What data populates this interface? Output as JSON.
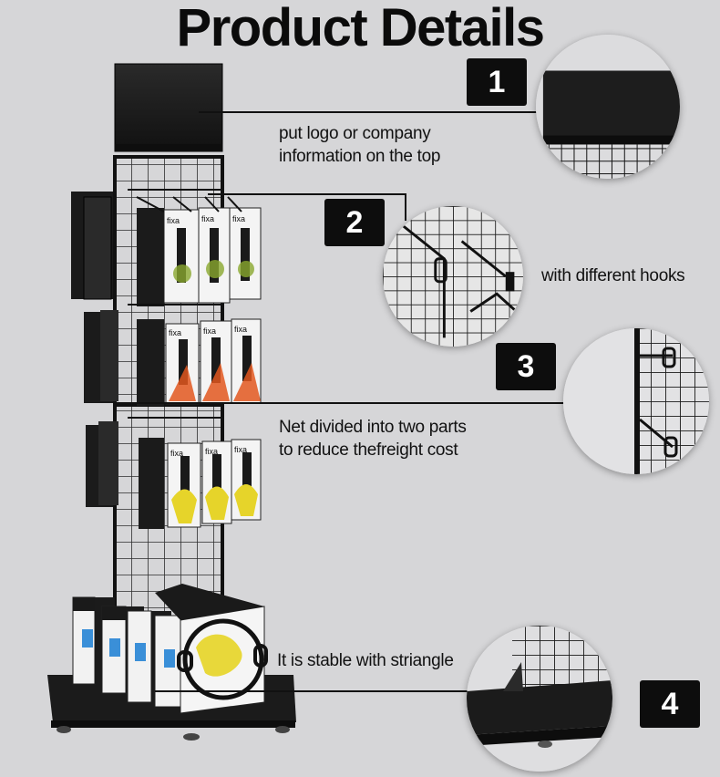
{
  "title": "Product Details",
  "callouts": [
    {
      "number": "1",
      "caption_lines": [
        "put logo or company",
        "information on the top"
      ]
    },
    {
      "number": "2",
      "caption_lines": [
        "with different hooks"
      ]
    },
    {
      "number": "3",
      "caption_lines": [
        "Net divided into two parts",
        "to reduce thefreight cost"
      ]
    },
    {
      "number": "4",
      "caption_lines": [
        "It is stable with striangle"
      ]
    }
  ],
  "package": {
    "brand_text": "fixa"
  },
  "colors": {
    "background": "#d6d6d8",
    "frame": "#111111",
    "badge": "#0d0d0d",
    "text": "#111111"
  }
}
